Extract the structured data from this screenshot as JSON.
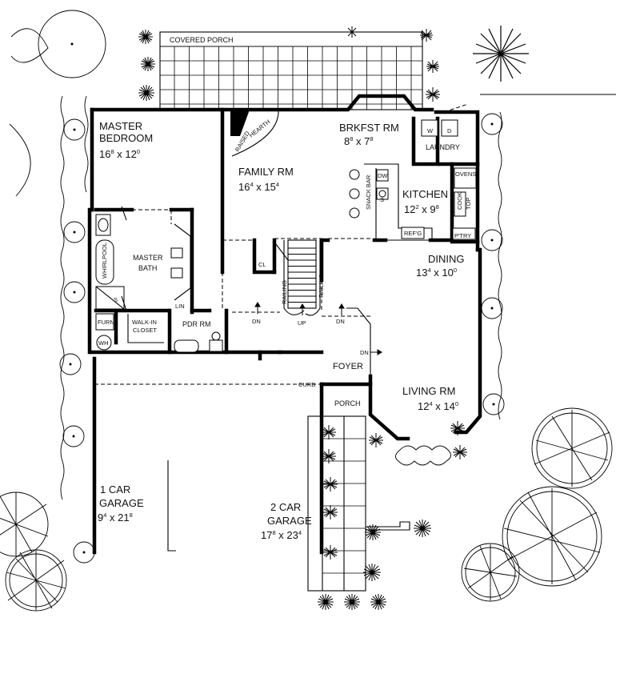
{
  "rooms": {
    "covered_porch": "COVERED PORCH",
    "master_bedroom": {
      "line1": "MASTER",
      "line2": "BEDROOM",
      "w": "16",
      "wf": "8",
      "h": "12",
      "hf": "0"
    },
    "raised_hearth": {
      "line1": "RAISED",
      "line2": "HEARTH"
    },
    "family": {
      "name": "FAMILY RM",
      "w": "16",
      "wf": "4",
      "h": "15",
      "hf": "4"
    },
    "brkfst": {
      "name": "BRKFST RM",
      "w": "8",
      "wf": "8",
      "h": "7",
      "hf": "8"
    },
    "laundry": {
      "name": "LAUNDRY",
      "washer": "W",
      "dryer": "D"
    },
    "kitchen": {
      "name": "KITCHEN",
      "w": "12",
      "wf": "2",
      "h": "9",
      "hf": "8"
    },
    "ovens": "OVENS",
    "cooktop": {
      "line1": "COOK",
      "line2": "TOP"
    },
    "pantry": "P'TRY",
    "dw": "DW",
    "sink": "S",
    "snack_bar": "SNACK BAR",
    "refg": "REF'G",
    "master_bath": {
      "line1": "MASTER",
      "line2": "BATH"
    },
    "whirlpool": "WHIRLPOOL",
    "shower": "S",
    "lin": "LIN",
    "cl": "CL",
    "furn": "FURN",
    "wh": "WH",
    "walk_in_closet": {
      "line1": "WALK-IN",
      "line2": "CLOSET"
    },
    "pdr": "PDR RM",
    "dining": {
      "name": "DINING",
      "w": "13",
      "wf": "4",
      "h": "10",
      "hf": "0"
    },
    "foyer": "FOYER",
    "porch": "PORCH",
    "living": {
      "name": "LIVING RM",
      "w": "12",
      "wf": "4",
      "h": "14",
      "hf": "0"
    },
    "curb": "CURB",
    "garage1": {
      "line1": "1 CAR",
      "line2": "GARAGE",
      "w": "9",
      "wf": "4",
      "h": "21",
      "hf": "8"
    },
    "garage2": {
      "line1": "2 CAR",
      "line2": "GARAGE",
      "w": "17",
      "wf": "8",
      "h": "23",
      "hf": "4"
    }
  },
  "stair": {
    "up": "UP",
    "railing": "RAILING"
  },
  "arrows": {
    "dn": "DN"
  }
}
